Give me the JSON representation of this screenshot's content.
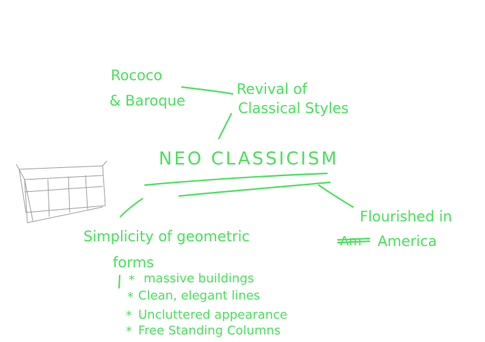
{
  "diagram": {
    "center": {
      "text": "NEO CLASSICISM"
    },
    "nodes": {
      "rococo_line1": "Rococo",
      "rococo_line2": "& Baroque",
      "revival_line1": "Revival of",
      "revival_line2": "Classical Styles",
      "flourished_line1": "Flourished in",
      "flourished_struck": "Am",
      "flourished_line2": "America",
      "simplicity_line1": "Simplicity of geometric",
      "simplicity_line2": "forms"
    },
    "bullets": [
      {
        "marker": "*",
        "text": "massive buildings"
      },
      {
        "marker": "*",
        "text": "Clean, elegant lines"
      },
      {
        "marker": "*",
        "text": "Uncluttered appearance"
      },
      {
        "marker": "*",
        "text": "Free Standing Columns"
      }
    ],
    "ink_color": "#48e35a",
    "sketch_color": "#9a9a9a"
  }
}
